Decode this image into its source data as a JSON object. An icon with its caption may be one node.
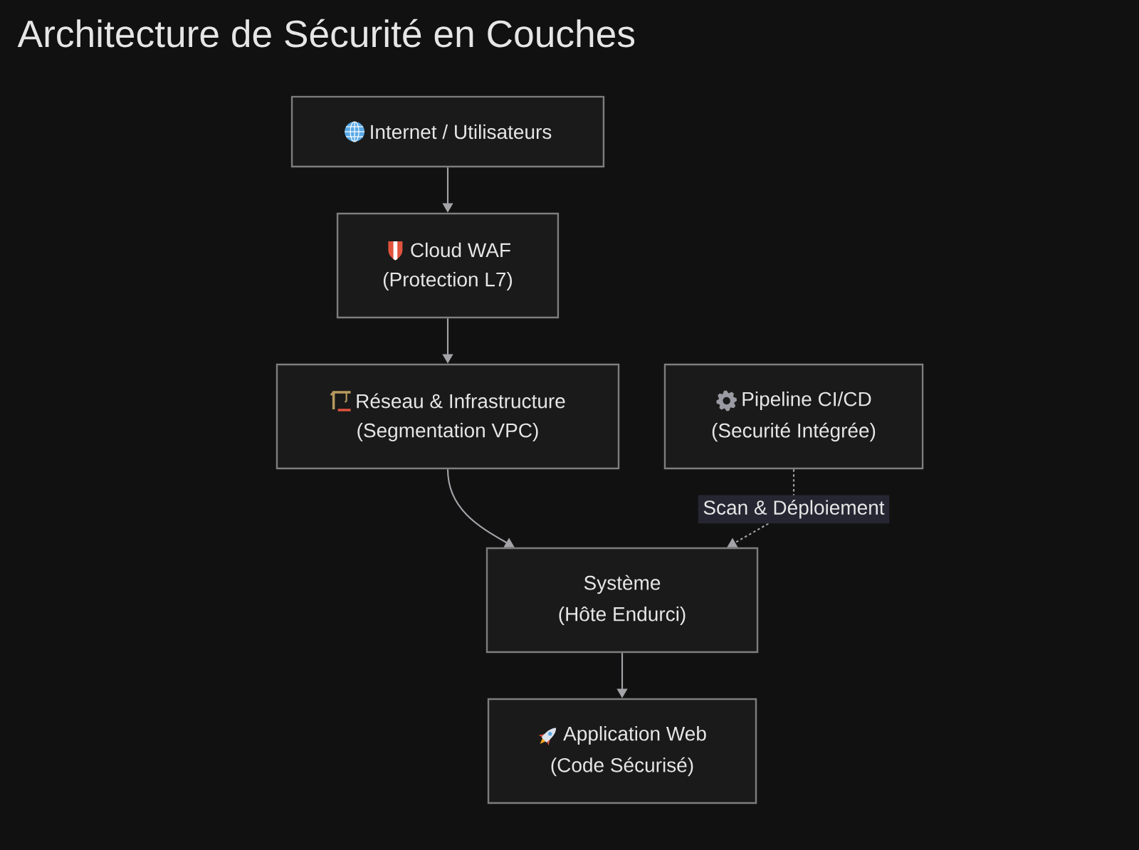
{
  "diagram": {
    "title": "Architecture de Sécurité en Couches",
    "nodes": [
      {
        "text": [
          "Internet / Utilisateurs"
        ]
      },
      {
        "text": [
          "Cloud WAF",
          "(Protection L7)"
        ]
      },
      {
        "text": [
          "Réseau & Infrastructure",
          "(Segmentation VPC)"
        ]
      },
      {
        "text": [
          "Pipeline CI/CD",
          "(Securité Intégrée)"
        ]
      },
      {
        "text": [
          "Système",
          "(Hôte Endurci)"
        ]
      },
      {
        "text": [
          "Application Web",
          "(Code Sécurisé)"
        ]
      }
    ],
    "edges": [
      {
        "from": 0,
        "to": 1,
        "arrow": "to"
      },
      {
        "from": 1,
        "to": 2,
        "arrow": "to"
      },
      {
        "from": 2,
        "to": 4,
        "arrow": "to"
      },
      {
        "from": 3,
        "to": 4,
        "arrow": "to",
        "label": "Scan & Déploiement",
        "style": "dashed"
      },
      {
        "from": 4,
        "to": 5,
        "arrow": "to"
      }
    ]
  }
}
